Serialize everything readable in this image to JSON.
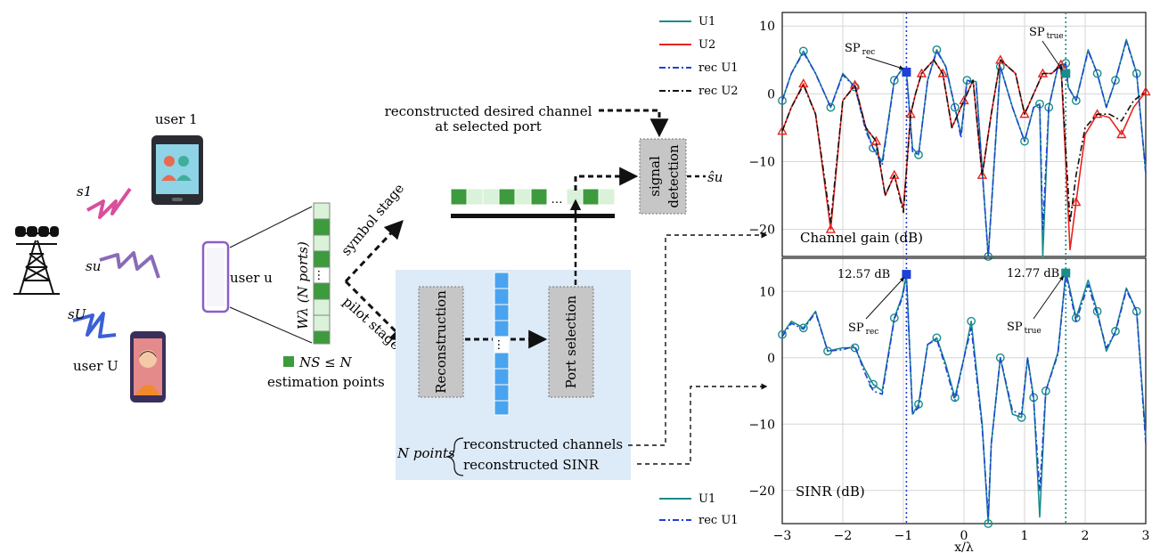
{
  "diagram": {
    "user1_label": "user 1",
    "userU_label": "user U",
    "useru_label": "user u",
    "signals": [
      "s1",
      "su",
      "sU"
    ],
    "ports_label": "Wλ (N ports)",
    "estimation_points_label": "NS ≤ N",
    "estimation_points_sub": "estimation points",
    "symbol_stage": "symbol stage",
    "pilot_stage": "pilot stage",
    "reconstruction_block": "Reconstruction",
    "port_selection_block": "Port selection",
    "signal_detection_block": "signal detection",
    "detected_symbol": "ŝu",
    "recon_desired_line1": "reconstructed desired channel",
    "recon_desired_line2": "at selected port",
    "npoints_label": "N points",
    "recon_channels": "reconstructed channels",
    "recon_sinr": "reconstructed SINR",
    "ellipsis": "…"
  },
  "chart_data": [
    {
      "type": "line",
      "annotation": "Channel gain (dB)",
      "xlim": [
        -3,
        3
      ],
      "ylim": [
        -24,
        12
      ],
      "yticks": [
        -20,
        -10,
        0,
        10
      ],
      "legend": [
        "U1",
        "U2",
        "rec U1",
        "rec U2"
      ],
      "markers": [
        {
          "label": "SP rec",
          "x": -0.95,
          "y": 3.2
        },
        {
          "label": "SP true",
          "x": 1.68,
          "y": 3
        }
      ],
      "vlines": [
        -0.95,
        1.68
      ],
      "series": [
        {
          "name": "U1",
          "color": "#1a8c8c",
          "x": [
            -3,
            -2.85,
            -2.65,
            -2.45,
            -2.2,
            -2.0,
            -1.8,
            -1.62,
            -1.5,
            -1.35,
            -1.15,
            -1.02,
            -0.95,
            -0.85,
            -0.75,
            -0.6,
            -0.45,
            -0.3,
            -0.15,
            -0.05,
            0.05,
            0.2,
            0.4,
            0.5,
            0.6,
            0.8,
            1.0,
            1.15,
            1.25,
            1.3,
            1.4,
            1.55,
            1.68,
            1.72,
            1.85,
            2.05,
            2.2,
            2.35,
            2.5,
            2.68,
            2.85,
            3.0
          ],
          "y": [
            -1,
            3,
            6.3,
            3,
            -2,
            3,
            1,
            -5,
            -8,
            -10,
            2,
            3.7,
            3.2,
            -8,
            -9,
            2,
            6.5,
            4,
            -2,
            -6,
            2,
            1.8,
            -25,
            -10,
            4,
            -2,
            -7,
            -2,
            -1.5,
            -25,
            -2,
            4,
            4.5,
            1,
            -1,
            6.5,
            3,
            -2,
            2,
            8,
            3,
            -11.5
          ]
        },
        {
          "name": "U2",
          "color": "#e8231e",
          "x": [
            -3,
            -2.85,
            -2.65,
            -2.45,
            -2.2,
            -2.0,
            -1.8,
            -1.62,
            -1.45,
            -1.3,
            -1.15,
            -1.0,
            -0.88,
            -0.8,
            -0.7,
            -0.5,
            -0.35,
            -0.2,
            0.0,
            0.15,
            0.3,
            0.45,
            0.6,
            0.85,
            1.0,
            1.15,
            1.3,
            1.45,
            1.6,
            1.75,
            1.85,
            2.0,
            2.2,
            2.4,
            2.6,
            2.8,
            3.0
          ],
          "y": [
            -5.5,
            -2,
            1.5,
            -3,
            -20,
            -1,
            1.3,
            -5,
            -7,
            -15,
            -12,
            -17,
            -3,
            0,
            3,
            5,
            3,
            -5,
            -1,
            2,
            -12,
            -3,
            5,
            3,
            -3,
            0,
            3,
            3,
            4.3,
            -23,
            -16,
            -6,
            -3,
            -3.5,
            -6,
            -2,
            0.3
          ]
        },
        {
          "name": "rec U1",
          "color": "#1f3fd9",
          "x": [
            -3,
            -2.85,
            -2.65,
            -2.45,
            -2.2,
            -2.0,
            -1.8,
            -1.62,
            -1.5,
            -1.35,
            -1.15,
            -1.02,
            -0.95,
            -0.85,
            -0.75,
            -0.6,
            -0.45,
            -0.3,
            -0.15,
            -0.05,
            0.05,
            0.2,
            0.4,
            0.5,
            0.6,
            0.8,
            1.0,
            1.15,
            1.25,
            1.3,
            1.4,
            1.55,
            1.68,
            1.72,
            1.85,
            2.05,
            2.2,
            2.35,
            2.5,
            2.68,
            2.85,
            3.0
          ],
          "y": [
            -1,
            3,
            6.1,
            3,
            -2,
            2.8,
            1,
            -5.5,
            -8,
            -10.5,
            2,
            3.6,
            3.2,
            -8.5,
            -9,
            2,
            6.3,
            4,
            -2,
            -6.5,
            2,
            1.5,
            -24,
            -10,
            4,
            -2,
            -7,
            -2,
            -1.5,
            -20,
            -2,
            4,
            4.3,
            1,
            -1,
            6.3,
            3,
            -2,
            2,
            7.8,
            3,
            -11.8
          ]
        },
        {
          "name": "rec U2",
          "color": "#111111",
          "x": [
            -3,
            -2.85,
            -2.65,
            -2.45,
            -2.2,
            -2.0,
            -1.8,
            -1.62,
            -1.45,
            -1.3,
            -1.15,
            -1.0,
            -0.88,
            -0.8,
            -0.7,
            -0.5,
            -0.35,
            -0.2,
            0.0,
            0.15,
            0.3,
            0.45,
            0.6,
            0.85,
            1.0,
            1.15,
            1.3,
            1.45,
            1.6,
            1.75,
            1.85,
            2.0,
            2.2,
            2.4,
            2.6,
            2.8,
            3.0
          ],
          "y": [
            -5.5,
            -2,
            1.3,
            -3,
            -19,
            -1,
            1.2,
            -5,
            -7,
            -15,
            -12,
            -17.5,
            -3,
            0,
            3,
            5,
            3,
            -5,
            -1,
            2,
            -12,
            -3,
            5,
            3,
            -3,
            0,
            3,
            3,
            4.3,
            -19,
            -12,
            -5,
            -3,
            -3,
            -4,
            -1,
            0.3
          ]
        }
      ]
    },
    {
      "type": "line",
      "annotation": "SINR (dB)",
      "xlabel": "x/λ",
      "xlim": [
        -3,
        3
      ],
      "ylim": [
        -25,
        15
      ],
      "yticks": [
        -20,
        -10,
        0,
        10
      ],
      "xticks": [
        -3,
        -2,
        -1,
        0,
        1,
        2,
        3
      ],
      "legend": [
        "U1",
        "rec U1"
      ],
      "markers": [
        {
          "label": "SP rec",
          "x": -0.95,
          "y": 12.57,
          "value": "12.57 dB"
        },
        {
          "label": "SP true",
          "x": 1.68,
          "y": 12.77,
          "value": "12.77 dB"
        }
      ],
      "vlines": [
        -0.95,
        1.68
      ],
      "series": [
        {
          "name": "U1",
          "color": "#1a8c8c",
          "x": [
            -3,
            -2.85,
            -2.65,
            -2.45,
            -2.25,
            -2.0,
            -1.8,
            -1.65,
            -1.5,
            -1.35,
            -1.15,
            -1.02,
            -0.95,
            -0.85,
            -0.75,
            -0.6,
            -0.45,
            -0.3,
            -0.15,
            0.0,
            0.12,
            0.3,
            0.4,
            0.45,
            0.6,
            0.8,
            0.95,
            1.05,
            1.15,
            1.25,
            1.35,
            1.55,
            1.68,
            1.72,
            1.85,
            2.05,
            2.2,
            2.35,
            2.5,
            2.68,
            2.85,
            3.0
          ],
          "y": [
            3.5,
            5.5,
            4.5,
            7,
            1,
            1.5,
            1.5,
            -1.5,
            -4,
            -5,
            6,
            9.3,
            12.57,
            -8.5,
            -7,
            2,
            3,
            -1,
            -6,
            0,
            5.5,
            -10,
            -25,
            -13,
            0,
            -8.5,
            -9,
            0,
            -6,
            -24,
            -5,
            0.8,
            12.77,
            11.5,
            6,
            11.7,
            7,
            1,
            4,
            10.5,
            7,
            -12
          ]
        },
        {
          "name": "rec U1",
          "color": "#1f3fd9",
          "x": [
            -3,
            -2.85,
            -2.65,
            -2.45,
            -2.25,
            -2.0,
            -1.8,
            -1.65,
            -1.5,
            -1.35,
            -1.15,
            -1.02,
            -0.95,
            -0.85,
            -0.75,
            -0.6,
            -0.45,
            -0.3,
            -0.15,
            0.0,
            0.12,
            0.3,
            0.4,
            0.45,
            0.6,
            0.8,
            0.95,
            1.05,
            1.15,
            1.25,
            1.35,
            1.55,
            1.68,
            1.72,
            1.85,
            2.05,
            2.2,
            2.35,
            2.5,
            2.68,
            2.85,
            3.0
          ],
          "y": [
            3.2,
            5.2,
            4.3,
            6.8,
            1,
            1.2,
            1.8,
            -2,
            -5,
            -5.5,
            5.8,
            9,
            12.3,
            -8.5,
            -7.5,
            2,
            2.8,
            -1.5,
            -6.5,
            0,
            4.5,
            -10.5,
            -24,
            -13,
            0,
            -8,
            -8.5,
            0,
            -6.5,
            -20,
            -5,
            0.5,
            12.5,
            11,
            5.5,
            11,
            6.5,
            1.5,
            3.8,
            10.2,
            7,
            -13
          ]
        }
      ]
    }
  ]
}
